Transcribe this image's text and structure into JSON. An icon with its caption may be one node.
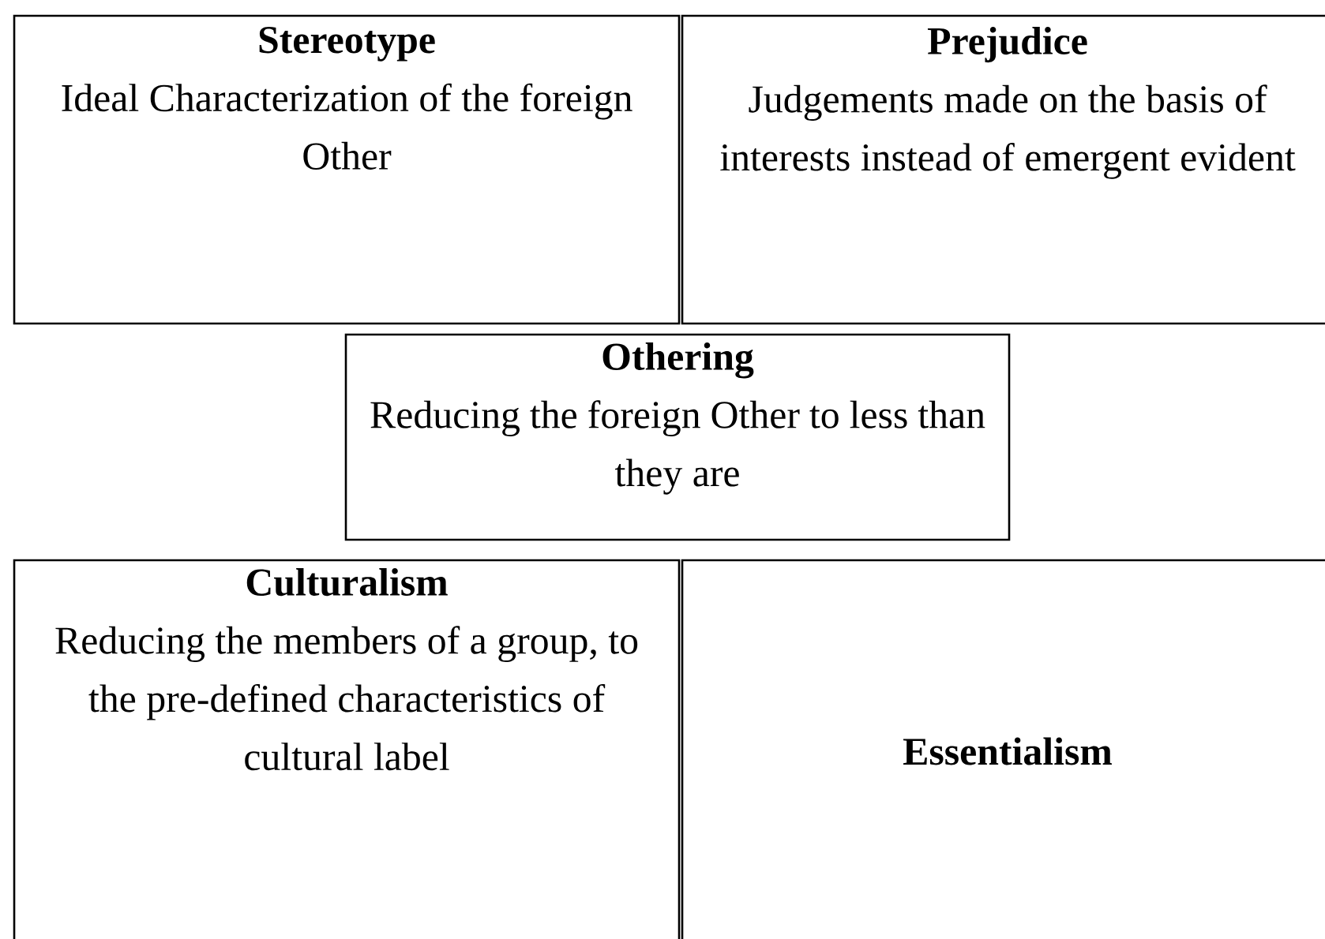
{
  "diagram": {
    "nodes": [
      {
        "text": [
          "Stereotype",
          "Ideal Characterization of the foreign Other"
        ]
      },
      {
        "text": [
          "Prejudice",
          "Judgements made on the basis of interests instead of emergent evident"
        ]
      },
      {
        "text": [
          "Othering",
          "Reducing the foreign Other to less than they are"
        ]
      },
      {
        "text": [
          "Culturalism",
          "Reducing the members of a group, to the pre-defined characteristics of cultural label"
        ]
      },
      {
        "text": [
          "Essentialism"
        ]
      }
    ]
  }
}
